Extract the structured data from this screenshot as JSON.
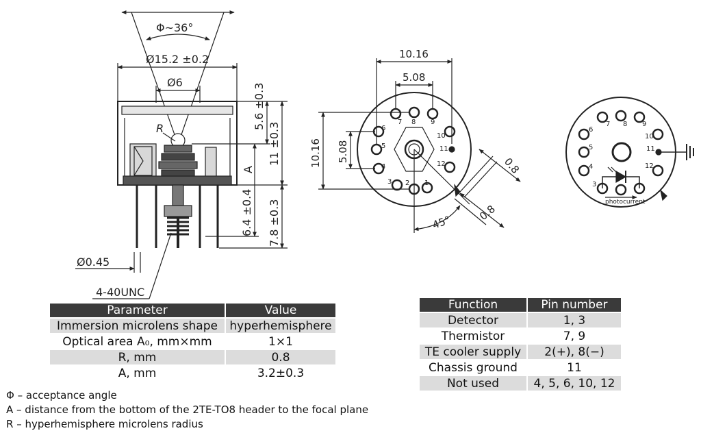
{
  "side_view": {
    "angle_label": "Φ~36°",
    "dia_15_label": "Ø15.2 ±0.2",
    "dia_6_label": "Ø6",
    "r_label": "R",
    "a_label": "A",
    "dim_5_6": "5.6 ±0.3",
    "dim_11": "11 ±0.3",
    "dim_6_4": "6.4 ±0.4",
    "dim_7_8": "7.8 ±0.3",
    "dia_pin_label": "Ø0.45",
    "thread_label": "4-40UNC"
  },
  "pin_view": {
    "dim_10_16_top": "10.16",
    "dim_5_08_top": "5.08",
    "dim_10_16_left": "10.16",
    "dim_5_08_left": "5.08",
    "dim_0_8_a": "0.8",
    "dim_0_8_b": "0.8",
    "angle_45": "45°",
    "pins": [
      "1",
      "2",
      "3",
      "4",
      "5",
      "6",
      "7",
      "8",
      "9",
      "10",
      "11",
      "12"
    ]
  },
  "schematic": {
    "pins": [
      "3",
      "4",
      "5",
      "6",
      "7",
      "8",
      "9",
      "10",
      "11",
      "12"
    ],
    "photocurrent_label": "photocurrent"
  },
  "parameter_table": {
    "headers": [
      "Parameter",
      "Value"
    ],
    "rows": [
      [
        "Immersion microlens shape",
        "hyperhemisphere"
      ],
      [
        "Optical area A₀, mm×mm",
        "1×1"
      ],
      [
        "R, mm",
        "0.8"
      ],
      [
        "A, mm",
        "3.2±0.3"
      ]
    ]
  },
  "pin_table": {
    "headers": [
      "Function",
      "Pin number"
    ],
    "rows": [
      [
        "Detector",
        "1, 3"
      ],
      [
        "Thermistor",
        "7, 9"
      ],
      [
        "TE cooler supply",
        "2(+), 8(−)"
      ],
      [
        "Chassis ground",
        "11"
      ],
      [
        "Not used",
        "4, 5, 6, 10, 12"
      ]
    ]
  },
  "legend": [
    "Φ – acceptance angle",
    "A – distance from the bottom of the 2TE-TO8 header to the focal plane",
    "R – hyperhemisphere microlens radius"
  ]
}
